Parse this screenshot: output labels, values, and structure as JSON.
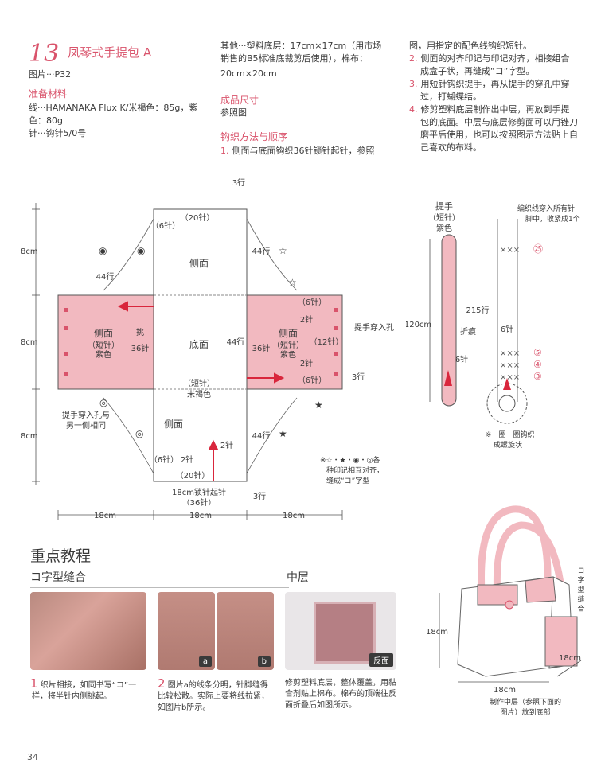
{
  "header": {
    "pattern_number": "13",
    "title": "凤琴式手提包 A",
    "photo_ref": "图片···P32"
  },
  "materials": {
    "heading": "准备材料",
    "lines": [
      "线···HAMANAKA Flux K/米褐色：85g，紫",
      "色：80g",
      "针···钩针5/0号"
    ]
  },
  "other_materials": {
    "lines": [
      "其他···塑料底层：17cm×17cm（用市场",
      "销售的B5标准底裁剪后使用），棉布：",
      "20cm×20cm"
    ]
  },
  "size": {
    "heading": "成品尺寸",
    "text": "参照图"
  },
  "method": {
    "heading": "钩织方法与顺序",
    "steps": [
      {
        "num": "1.",
        "lines": [
          "侧面与底面钩织36针锁针起针，参照",
          "图，用指定的配色线钩织短针。"
        ]
      },
      {
        "num": "2.",
        "lines": [
          "侧面的对齐印记与印记对齐，相接组合",
          "成盒子状，再缝成“コ”字型。"
        ]
      },
      {
        "num": "3.",
        "lines": [
          "用短针钩织提手，再从提手的穿孔中穿",
          "过，打蝴蝶结。"
        ]
      },
      {
        "num": "4.",
        "lines": [
          "修剪塑料底层制作出中层，再放到手提",
          "包的底面。中层与底层修剪面可以用锉刀",
          "磨平后使用，也可以按照图示方法贴上自",
          "己喜欢的布料。"
        ]
      }
    ]
  },
  "diagram": {
    "top_panel": "侧面",
    "bottom_panel": "侧面",
    "base_panel": "底面",
    "left_panel": {
      "title": "侧面",
      "sub": "（短针）",
      "color": "紫色"
    },
    "right_panel": {
      "title": "侧面",
      "sub": "（短针）",
      "color": "紫色"
    },
    "base_stitch": "（短针）",
    "base_color": "米褐色",
    "dim_8cm": "8cm",
    "dim_18cm": "18cm",
    "chain_note_1": "18cm锁针起针",
    "chain_note_2": "（36针）",
    "rows_3": "3行",
    "rows_44": "44行",
    "rows_36": "36针",
    "pick": "挑",
    "st_20": "（20针）",
    "st_6": "（6针）",
    "st_2": "2针",
    "st_12": "（12针）",
    "marks_note": [
      "※☆・★・◉・◎各",
      "种印记相互对齐，",
      "缝成“コ”字型"
    ],
    "handle_hole_left": [
      "提手穿入孔与",
      "另一侧相同"
    ],
    "handle_hole_right": "提手穿入孔"
  },
  "handle": {
    "title": "提手",
    "sub": "（短针）",
    "color": "紫色",
    "length": "120cm",
    "fold": "折痕",
    "rows_215": "215行",
    "st_6": "6针",
    "note_top": [
      "编织线穿入所有针",
      "脚中，收紧成1个"
    ],
    "row_marks": [
      "㉕",
      "⑤",
      "④",
      "③"
    ],
    "note_bottom": [
      "※一圈一圈钩织",
      "成螺旋状"
    ]
  },
  "tutorial": {
    "heading": "重点教程",
    "sub1": "コ字型缝合",
    "sub2": "中层",
    "caption1": {
      "num": "1",
      "lines": [
        "织片相接，如同书写“コ”一",
        "样，将半针内侧挑起。"
      ]
    },
    "caption2": {
      "num": "2",
      "lines": [
        "图片a的线条分明，针脚缝得",
        "比较松散。实际上要将线拉紧，",
        "如图片b所示。"
      ]
    },
    "caption3": {
      "lines": [
        "修剪塑料底层，整体覆盖，用黏",
        "合剂贴上棉布。棉布的顶端往反",
        "面折叠后如图所示。"
      ]
    },
    "tag_a": "a",
    "tag_b": "b",
    "tag_back": "反面"
  },
  "bag": {
    "label_stitch": [
      "コ",
      "字",
      "型",
      "缝",
      "合"
    ],
    "dim_h": "18cm",
    "dim_w": "18cm",
    "dim_d": "18cm",
    "note": [
      "制作中层（参照下面的",
      "图片）放到底部"
    ]
  },
  "footer": {
    "page_number": "34"
  },
  "colors": {
    "accent": "#d9536b",
    "panel_pink": "#f2b9c0",
    "line": "#555555"
  }
}
